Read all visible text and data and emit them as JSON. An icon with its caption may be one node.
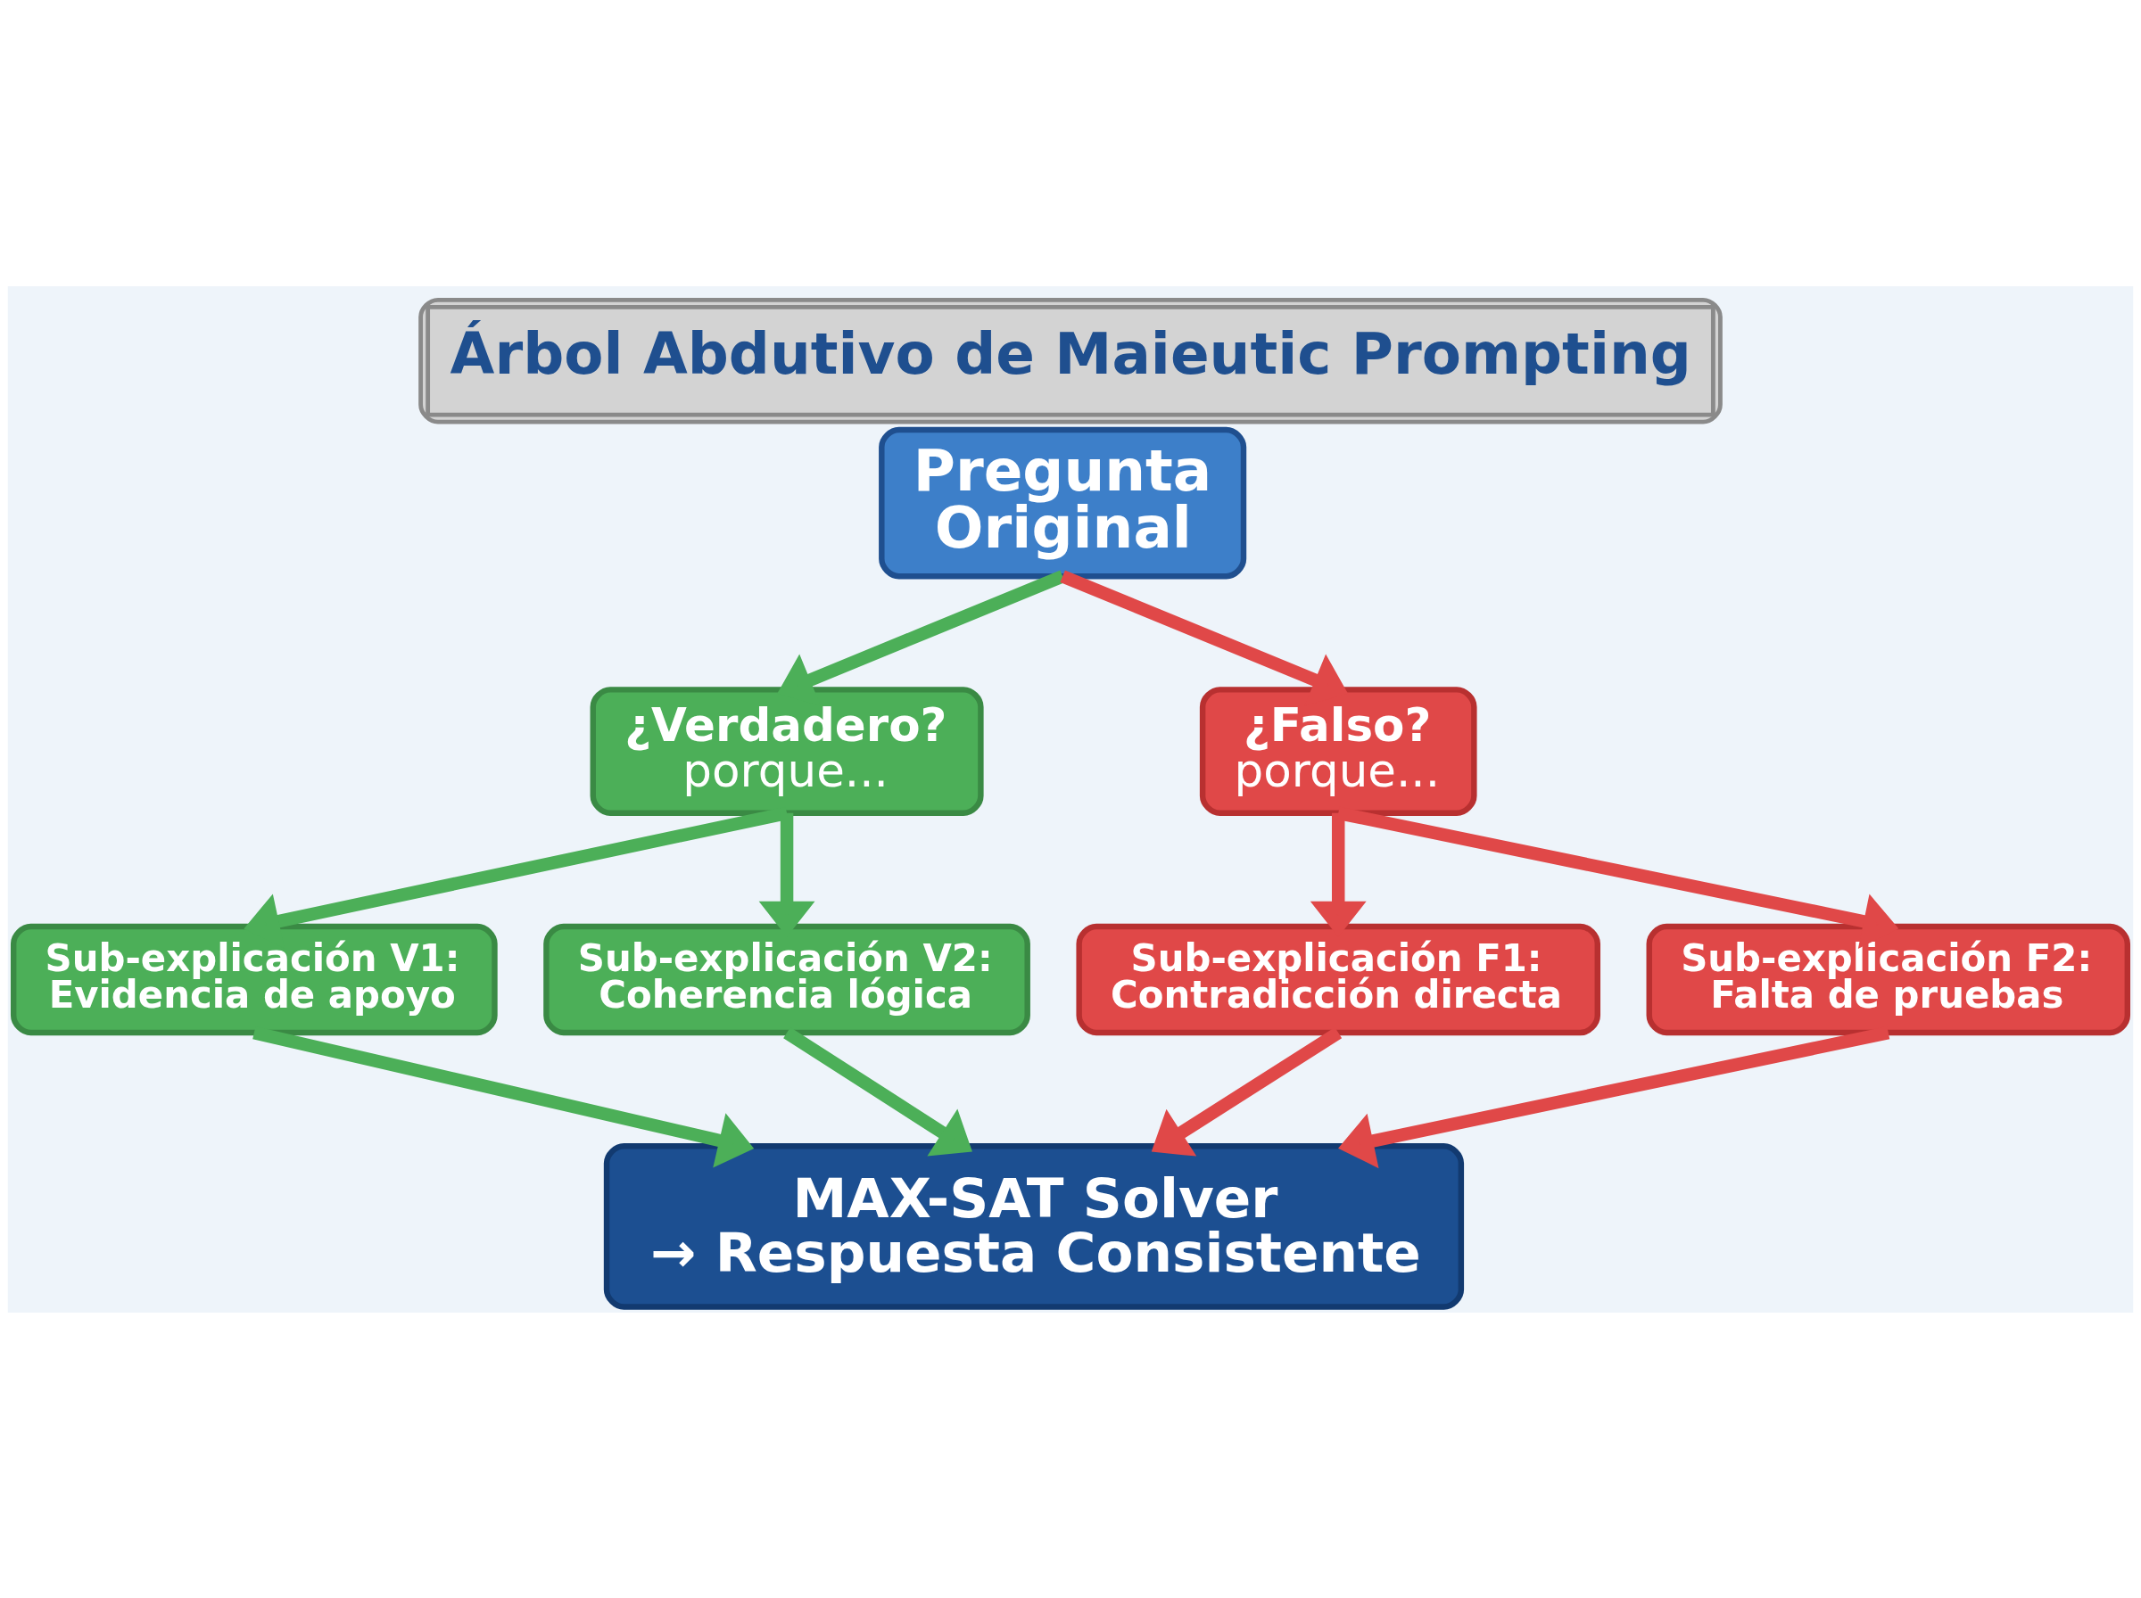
{
  "diagram": {
    "title": "Árbol Abdutivo de Maieutic Prompting",
    "nodes": [
      {
        "text": [
          "Pregunta Original"
        ]
      },
      {
        "text": [
          "¿Verdadero?",
          "porque..."
        ]
      },
      {
        "text": [
          "¿Falso?",
          "porque..."
        ]
      },
      {
        "text": [
          "Sub-explicación V1: Evidencia de apoyo"
        ]
      },
      {
        "text": [
          "Sub-explicación V2: Coherencia lógica"
        ]
      },
      {
        "text": [
          "Sub-explicación F1: Contradicción directa"
        ]
      },
      {
        "text": [
          "Sub-explicación F2: Falta de pruebas"
        ]
      },
      {
        "text": [
          "MAX-SAT Solver → Respuesta Consistente"
        ]
      }
    ],
    "edges": [
      {
        "from": 0,
        "to": 1,
        "arrow": "to",
        "color": "#4caf58"
      },
      {
        "from": 0,
        "to": 2,
        "arrow": "to",
        "color": "#e04848"
      },
      {
        "from": 1,
        "to": 3,
        "arrow": "to",
        "color": "#4caf58"
      },
      {
        "from": 1,
        "to": 4,
        "arrow": "to",
        "color": "#4caf58"
      },
      {
        "from": 2,
        "to": 5,
        "arrow": "to",
        "color": "#e04848"
      },
      {
        "from": 2,
        "to": 6,
        "arrow": "to",
        "color": "#e04848"
      },
      {
        "from": 3,
        "to": 7,
        "arrow": "to",
        "color": "#4caf58"
      },
      {
        "from": 4,
        "to": 7,
        "arrow": "to",
        "color": "#4caf58"
      },
      {
        "from": 5,
        "to": 7,
        "arrow": "to",
        "color": "#e04848"
      },
      {
        "from": 6,
        "to": 7,
        "arrow": "to",
        "color": "#e04848"
      }
    ]
  }
}
